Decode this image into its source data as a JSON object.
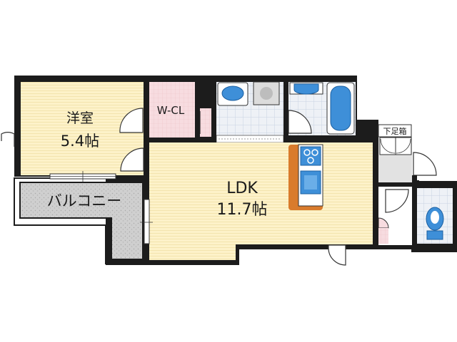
{
  "rooms": {
    "western_room": {
      "name": "洋室",
      "area": "5.4帖"
    },
    "walk_in_closet": {
      "name": "W-CL"
    },
    "ldk": {
      "name": "LDK",
      "area": "11.7帖"
    },
    "balcony": {
      "name": "バルコニー"
    },
    "shoe_box": {
      "name": "下足箱"
    }
  },
  "colors": {
    "wall": "#1c1c1c",
    "room_floor": "#fdf2c9",
    "closet_floor": "#f7dce0",
    "wet_floor": "#eef1f6",
    "tile_grid": "#c8d3e3",
    "balcony_floor": "#cfcfcf",
    "fixture_blue": "#3e8fd8",
    "kitchen_counter": "#d97b2c",
    "entrance_floor": "#e2e2e2"
  }
}
